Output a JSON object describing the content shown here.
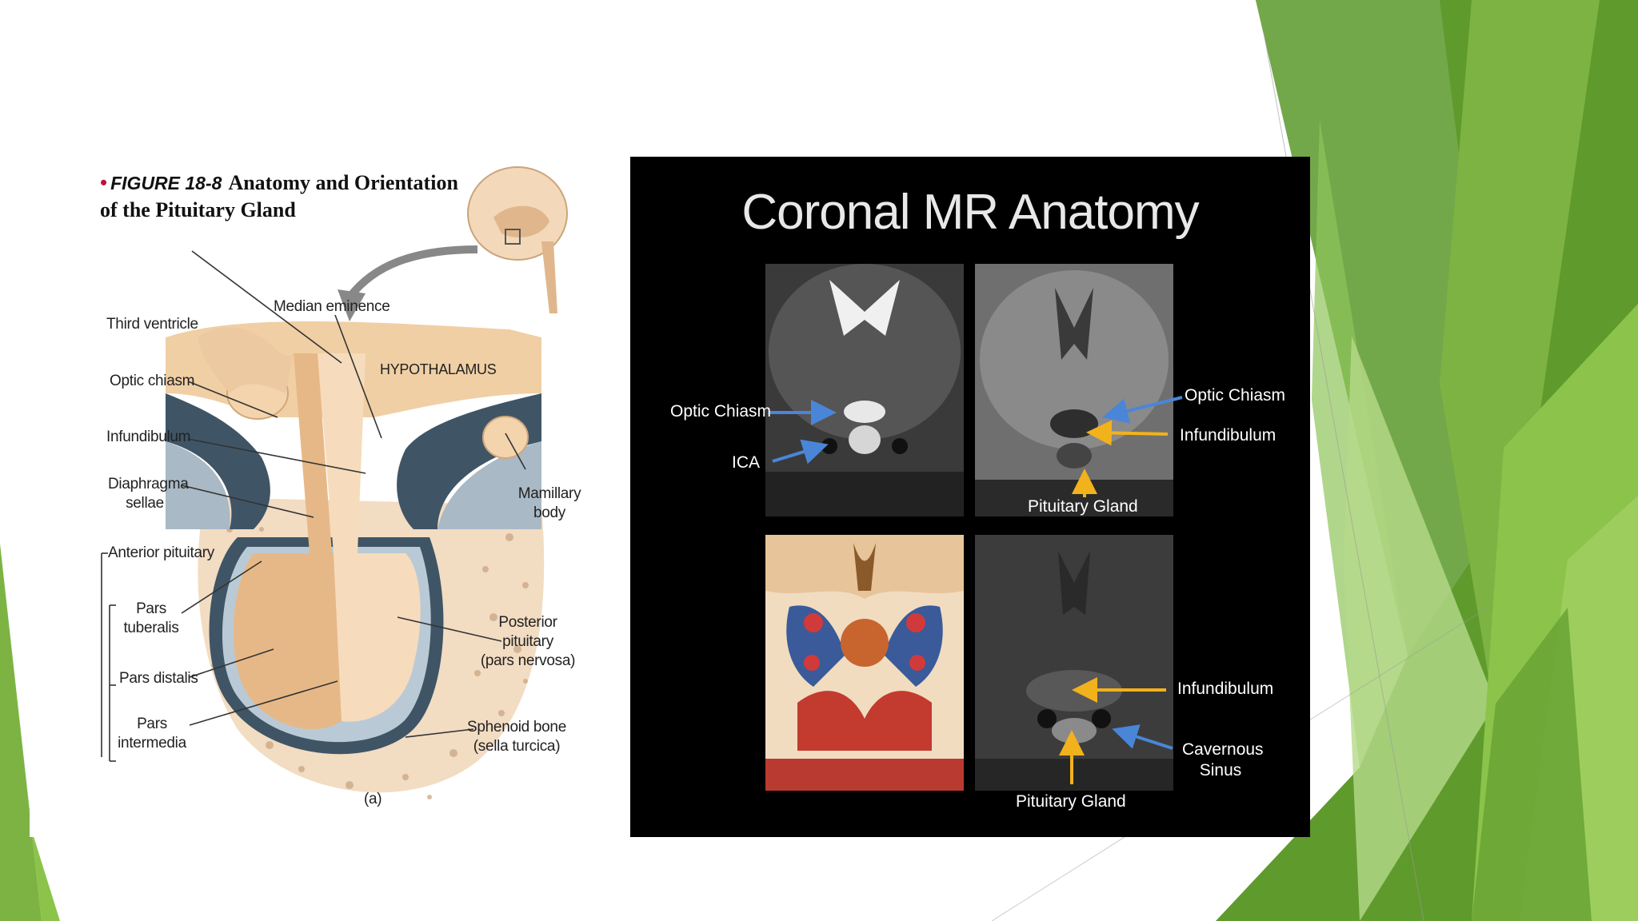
{
  "figure": {
    "bullet": "•",
    "number": "FIGURE 18-8",
    "title_line1": "Anatomy and Orientation",
    "title_line2": "of the Pituitary Gland",
    "labels": {
      "median_eminence": "Median eminence",
      "third_ventricle": "Third ventricle",
      "hypothalamus": "HYPOTHALAMUS",
      "optic_chiasm": "Optic chiasm",
      "infundibulum": "Infundibulum",
      "diaphragma_1": "Diaphragma",
      "diaphragma_2": "sellae",
      "mamillary_1": "Mamillary",
      "mamillary_2": "body",
      "anterior_pituitary": "Anterior pituitary",
      "pars_tuberalis_1": "Pars",
      "pars_tuberalis_2": "tuberalis",
      "pars_distalis": "Pars distalis",
      "pars_intermedia_1": "Pars",
      "pars_intermedia_2": "intermedia",
      "posterior_1": "Posterior",
      "posterior_2": "pituitary",
      "posterior_3": "(pars nervosa)",
      "sphenoid_1": "Sphenoid bone",
      "sphenoid_2": "(sella turcica)",
      "caption": "(a)"
    }
  },
  "mr": {
    "title": "Coronal MR Anatomy",
    "labels": {
      "optic_chiasm_left": "Optic Chiasm",
      "ica": "ICA",
      "optic_chiasm_right": "Optic Chiasm",
      "infundibulum_top": "Infundibulum",
      "pituitary_top": "Pituitary Gland",
      "infundibulum_bottom": "Infundibulum",
      "cavernous_1": "Cavernous",
      "cavernous_2": "Sinus",
      "pituitary_bottom": "Pituitary Gland"
    },
    "arrow_colors": {
      "blue": "#4a86d8",
      "yellow": "#f2b21c"
    }
  },
  "theme": {
    "green_dark": "#5f9a2d",
    "green_mid": "#7cb342",
    "green_light": "#a8d36a"
  }
}
